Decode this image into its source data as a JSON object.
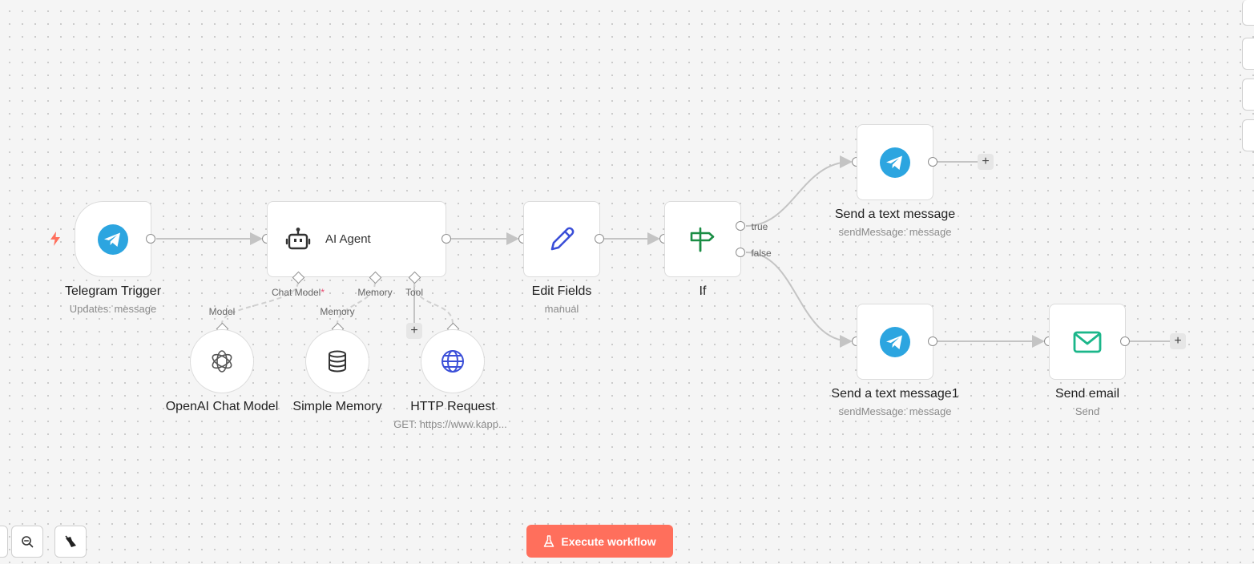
{
  "colors": {
    "telegram": "#2ca5e0",
    "accent": "#ff6f5c",
    "edit_fields": "#3b4fd8",
    "if_node": "#1a8d44",
    "email": "#1bb68a",
    "http": "#3b4fd8"
  },
  "nodes": {
    "telegram_trigger": {
      "title": "Telegram Trigger",
      "subtitle": "Updates: message",
      "icon": "telegram-icon"
    },
    "ai_agent": {
      "title": "AI Agent",
      "icon": "robot-icon"
    },
    "edit_fields": {
      "title": "Edit Fields",
      "subtitle": "manual",
      "icon": "pencil-icon"
    },
    "if": {
      "title": "If",
      "icon": "signpost-icon",
      "true_label": "true",
      "false_label": "false"
    },
    "send_text_message": {
      "title": "Send a text message",
      "subtitle": "sendMessage: message",
      "icon": "telegram-icon"
    },
    "send_text_message1": {
      "title": "Send a text message1",
      "subtitle": "sendMessage: message",
      "icon": "telegram-icon"
    },
    "send_email": {
      "title": "Send email",
      "subtitle": "Send",
      "icon": "envelope-icon"
    },
    "openai_chat_model": {
      "title": "OpenAI Chat Model",
      "icon": "openai-icon"
    },
    "simple_memory": {
      "title": "Simple Memory",
      "icon": "database-icon"
    },
    "http_request": {
      "title": "HTTP Request",
      "subtitle": "GET: https://www.kapp...",
      "icon": "globe-icon"
    }
  },
  "connectors": {
    "chat_model": "Chat Model",
    "chat_model_required": "*",
    "memory": "Memory",
    "tool": "Tool",
    "model_input": "Model",
    "memory_input": "Memory"
  },
  "toolbar": {
    "execute_label": "Execute workflow",
    "zoom_out_icon": "zoom-out-icon",
    "tidy_up_icon": "broom-icon"
  }
}
